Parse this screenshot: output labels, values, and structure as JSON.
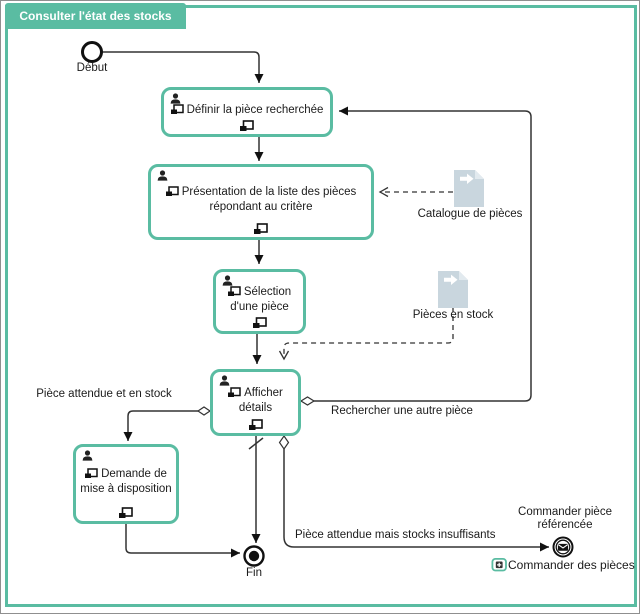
{
  "diagram": {
    "title": "Consulter l'état des stocks",
    "start_event": {
      "label": "Début"
    },
    "tasks": [
      {
        "label": "Définir la pièce recherchée"
      },
      {
        "label": "Présentation de la liste des pièces répondant au critère"
      },
      {
        "label": "Sélection d'une pièce"
      },
      {
        "label": "Afficher détails"
      },
      {
        "label": "Demande de mise à disposition"
      }
    ],
    "data_objects": [
      {
        "label": "Catalogue de pièces"
      },
      {
        "label": "Pièces en stock"
      }
    ],
    "edge_labels": {
      "attendue_en_stock": "Pièce attendue et en stock",
      "rechercher_autre": "Rechercher une autre pièce",
      "stocks_insuffisants": "Pièce attendue mais stocks insuffisants"
    },
    "end_events": {
      "fin": "Fin",
      "commander": "Commander pièce référencée"
    },
    "subprocess_link": {
      "label": "Commander des pièces"
    },
    "icons": {
      "task_actor": "user-icon",
      "task_form": "screen-icon",
      "data_object": "document-arrow-icon",
      "message_end": "envelope-icon",
      "subprocess": "subprocess-plus-icon"
    },
    "colors": {
      "teal": "#5ABCA2",
      "doc_fill": "#C9D6DE",
      "doc_fold": "#E2EAEF",
      "line": "#333333"
    }
  }
}
